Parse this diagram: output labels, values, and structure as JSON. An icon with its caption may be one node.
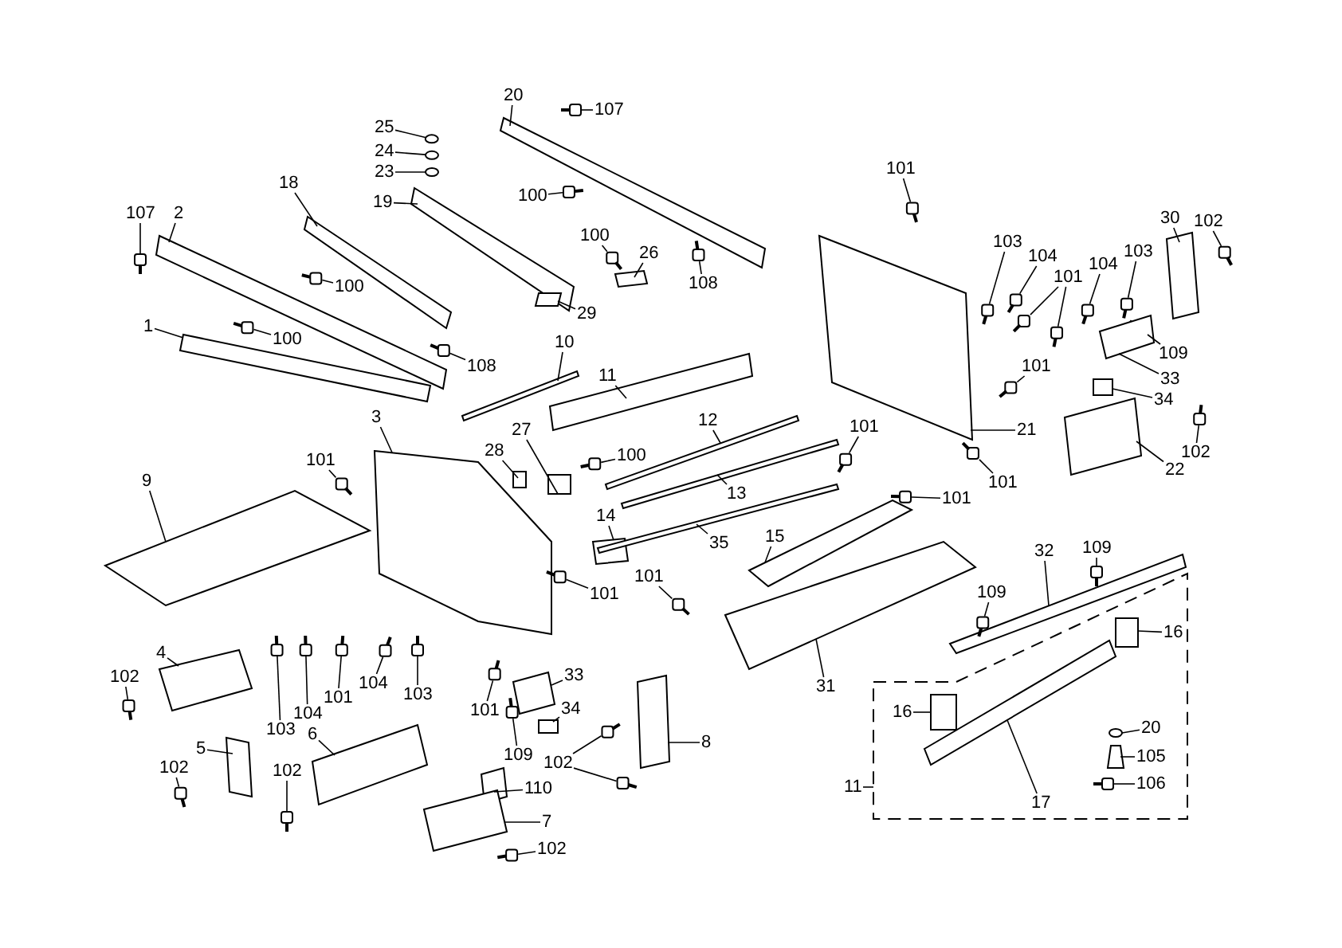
{
  "diagram": {
    "nodes": [
      {
        "text": [
          "107"
        ]
      },
      {
        "text": [
          "2"
        ]
      },
      {
        "text": [
          "18"
        ]
      },
      {
        "text": [
          "25"
        ]
      },
      {
        "text": [
          "24"
        ]
      },
      {
        "text": [
          "23"
        ]
      },
      {
        "text": [
          "19"
        ]
      },
      {
        "text": [
          "20"
        ]
      },
      {
        "text": [
          "107"
        ]
      },
      {
        "text": [
          "100"
        ]
      },
      {
        "text": [
          "100"
        ]
      },
      {
        "text": [
          "26"
        ]
      },
      {
        "text": [
          "29"
        ]
      },
      {
        "text": [
          "108"
        ]
      },
      {
        "text": [
          "100"
        ]
      },
      {
        "text": [
          "100"
        ]
      },
      {
        "text": [
          "1"
        ]
      },
      {
        "text": [
          "108"
        ]
      },
      {
        "text": [
          "10"
        ]
      },
      {
        "text": [
          "11"
        ]
      },
      {
        "text": [
          "101"
        ]
      },
      {
        "text": [
          "103"
        ]
      },
      {
        "text": [
          "104"
        ]
      },
      {
        "text": [
          "101"
        ]
      },
      {
        "text": [
          "104"
        ]
      },
      {
        "text": [
          "103"
        ]
      },
      {
        "text": [
          "30"
        ]
      },
      {
        "text": [
          "102"
        ]
      },
      {
        "text": [
          "109"
        ]
      },
      {
        "text": [
          "33"
        ]
      },
      {
        "text": [
          "34"
        ]
      },
      {
        "text": [
          "101"
        ]
      },
      {
        "text": [
          "21"
        ]
      },
      {
        "text": [
          "101"
        ]
      },
      {
        "text": [
          "102"
        ]
      },
      {
        "text": [
          "22"
        ]
      },
      {
        "text": [
          "3"
        ]
      },
      {
        "text": [
          "9"
        ]
      },
      {
        "text": [
          "101"
        ]
      },
      {
        "text": [
          "28"
        ]
      },
      {
        "text": [
          "27"
        ]
      },
      {
        "text": [
          "100"
        ]
      },
      {
        "text": [
          "12"
        ]
      },
      {
        "text": [
          "13"
        ]
      },
      {
        "text": [
          "101"
        ]
      },
      {
        "text": [
          "14"
        ]
      },
      {
        "text": [
          "35"
        ]
      },
      {
        "text": [
          "15"
        ]
      },
      {
        "text": [
          "101"
        ]
      },
      {
        "text": [
          "101"
        ]
      },
      {
        "text": [
          "101"
        ]
      },
      {
        "text": [
          "31"
        ]
      },
      {
        "text": [
          "4"
        ]
      },
      {
        "text": [
          "102"
        ]
      },
      {
        "text": [
          "103"
        ]
      },
      {
        "text": [
          "104"
        ]
      },
      {
        "text": [
          "101"
        ]
      },
      {
        "text": [
          "104"
        ]
      },
      {
        "text": [
          "103"
        ]
      },
      {
        "text": [
          "101"
        ]
      },
      {
        "text": [
          "109"
        ]
      },
      {
        "text": [
          "33"
        ]
      },
      {
        "text": [
          "34"
        ]
      },
      {
        "text": [
          "102"
        ]
      },
      {
        "text": [
          "8"
        ]
      },
      {
        "text": [
          "5"
        ]
      },
      {
        "text": [
          "102"
        ]
      },
      {
        "text": [
          "102"
        ]
      },
      {
        "text": [
          "6"
        ]
      },
      {
        "text": [
          "110"
        ]
      },
      {
        "text": [
          "7"
        ]
      },
      {
        "text": [
          "102"
        ]
      },
      {
        "text": [
          "109"
        ]
      },
      {
        "text": [
          "32"
        ]
      },
      {
        "text": [
          "109"
        ]
      },
      {
        "text": [
          "16"
        ]
      },
      {
        "text": [
          "16"
        ]
      },
      {
        "text": [
          "20"
        ]
      },
      {
        "text": [
          "105"
        ]
      },
      {
        "text": [
          "106"
        ]
      },
      {
        "text": [
          "17"
        ]
      },
      {
        "text": [
          "11"
        ]
      },
      {
        "text": [],
        "shape": "box"
      },
      {
        "text": [],
        "shape": "circle"
      },
      {
        "text": [],
        "shape": "circle"
      },
      {
        "text": [],
        "shape": "circle"
      },
      {
        "text": [],
        "shape": "box"
      },
      {
        "text": [],
        "shape": "box"
      },
      {
        "text": [],
        "shape": "box"
      },
      {
        "text": [],
        "shape": "box"
      },
      {
        "text": [],
        "shape": "box"
      },
      {
        "text": [],
        "shape": "box"
      },
      {
        "text": [],
        "shape": "box"
      },
      {
        "text": [],
        "shape": "box"
      },
      {
        "text": [],
        "shape": "box"
      },
      {
        "text": [],
        "shape": "box"
      },
      {
        "text": [],
        "shape": "box"
      },
      {
        "text": [],
        "shape": "box"
      },
      {
        "text": [],
        "shape": "box"
      },
      {
        "text": [],
        "shape": "box"
      },
      {
        "text": [],
        "shape": "box"
      },
      {
        "text": [],
        "shape": "box"
      },
      {
        "text": [],
        "shape": "box"
      },
      {
        "text": [],
        "shape": "box"
      },
      {
        "text": [],
        "shape": "box"
      },
      {
        "text": [],
        "shape": "box"
      },
      {
        "text": [],
        "shape": "box"
      },
      {
        "text": [],
        "shape": "box"
      },
      {
        "text": [],
        "shape": "box"
      },
      {
        "text": [],
        "shape": "box"
      },
      {
        "text": [],
        "shape": "box"
      },
      {
        "text": [],
        "shape": "box"
      },
      {
        "text": [],
        "shape": "box"
      },
      {
        "text": [],
        "shape": "box"
      },
      {
        "text": [],
        "shape": "box"
      },
      {
        "text": [],
        "shape": "box"
      },
      {
        "text": [],
        "shape": "box"
      },
      {
        "text": [],
        "shape": "box"
      },
      {
        "text": [],
        "shape": "box"
      },
      {
        "text": [],
        "shape": "box"
      },
      {
        "text": [],
        "shape": "box"
      },
      {
        "text": [],
        "shape": "box"
      },
      {
        "text": [],
        "shape": "box"
      },
      {
        "text": [],
        "shape": "box"
      },
      {
        "text": [],
        "shape": "box"
      },
      {
        "text": [],
        "shape": "box"
      },
      {
        "text": [],
        "shape": "box"
      },
      {
        "text": [],
        "shape": "box"
      },
      {
        "text": [],
        "shape": "box"
      },
      {
        "text": [],
        "shape": "box"
      },
      {
        "text": [],
        "shape": "box"
      },
      {
        "text": [],
        "shape": "box"
      },
      {
        "text": [],
        "shape": "box"
      },
      {
        "text": [],
        "shape": "box"
      },
      {
        "text": [],
        "shape": "box"
      },
      {
        "text": [],
        "shape": "box"
      },
      {
        "text": [],
        "shape": "circle"
      },
      {
        "text": [],
        "shape": "box"
      },
      {
        "text": [],
        "shape": "box"
      },
      {
        "text": [],
        "shape": "box"
      },
      {
        "text": [],
        "shape": "box"
      },
      {
        "text": [],
        "shape": "box"
      },
      {
        "text": [],
        "shape": "box"
      },
      {
        "text": [],
        "shape": "box"
      },
      {
        "text": [],
        "shape": "box"
      },
      {
        "text": [],
        "shape": "box"
      },
      {
        "text": [],
        "shape": "box"
      },
      {
        "text": [],
        "shape": "box"
      },
      {
        "text": [],
        "shape": "box"
      },
      {
        "text": [],
        "shape": "box"
      },
      {
        "text": [],
        "shape": "box"
      },
      {
        "text": [],
        "shape": "box"
      },
      {
        "text": [],
        "shape": "box"
      },
      {
        "text": [],
        "shape": "box"
      },
      {
        "text": [],
        "shape": "box"
      },
      {
        "text": [],
        "shape": "box"
      },
      {
        "text": [],
        "shape": "box"
      },
      {
        "text": [],
        "shape": "box"
      },
      {
        "text": [],
        "shape": "box"
      },
      {
        "text": [],
        "shape": "box"
      },
      {
        "text": [],
        "shape": "box"
      },
      {
        "text": [],
        "shape": "box"
      },
      {
        "text": [],
        "shape": "box"
      },
      {
        "text": [],
        "shape": "box"
      },
      {
        "text": [],
        "shape": "box"
      }
    ],
    "edges": [
      {
        "from": 0,
        "to": 82,
        "arrow": "none"
      },
      {
        "from": 1,
        "to": 138,
        "arrow": "none"
      },
      {
        "from": 2,
        "to": 139,
        "arrow": "none"
      },
      {
        "from": 3,
        "to": 83,
        "arrow": "none"
      },
      {
        "from": 4,
        "to": 84,
        "arrow": "none"
      },
      {
        "from": 5,
        "to": 85,
        "arrow": "none"
      },
      {
        "from": 6,
        "to": 140,
        "arrow": "none"
      },
      {
        "from": 7,
        "to": 141,
        "arrow": "none"
      },
      {
        "from": 8,
        "to": 86,
        "arrow": "none"
      },
      {
        "from": 9,
        "to": 87,
        "arrow": "none"
      },
      {
        "from": 10,
        "to": 88,
        "arrow": "none"
      },
      {
        "from": 11,
        "to": 142,
        "arrow": "none"
      },
      {
        "from": 12,
        "to": 143,
        "arrow": "none"
      },
      {
        "from": 13,
        "to": 89,
        "arrow": "none"
      },
      {
        "from": 14,
        "to": 90,
        "arrow": "none"
      },
      {
        "from": 15,
        "to": 91,
        "arrow": "none"
      },
      {
        "from": 16,
        "to": 144,
        "arrow": "none"
      },
      {
        "from": 17,
        "to": 92,
        "arrow": "none"
      },
      {
        "from": 18,
        "to": 145,
        "arrow": "none"
      },
      {
        "from": 19,
        "to": 146,
        "arrow": "none"
      },
      {
        "from": 20,
        "to": 93,
        "arrow": "none"
      },
      {
        "from": 21,
        "to": 94,
        "arrow": "none"
      },
      {
        "from": 22,
        "to": 95,
        "arrow": "none"
      },
      {
        "from": 23,
        "to": 96,
        "arrow": "none"
      },
      {
        "from": 23,
        "to": 97,
        "arrow": "none"
      },
      {
        "from": 24,
        "to": 98,
        "arrow": "none"
      },
      {
        "from": 25,
        "to": 99,
        "arrow": "none"
      },
      {
        "from": 26,
        "to": 147,
        "arrow": "none"
      },
      {
        "from": 27,
        "to": 100,
        "arrow": "none"
      },
      {
        "from": 28,
        "to": 101,
        "arrow": "none"
      },
      {
        "from": 29,
        "to": 148,
        "arrow": "none"
      },
      {
        "from": 30,
        "to": 127,
        "arrow": "none"
      },
      {
        "from": 31,
        "to": 102,
        "arrow": "none"
      },
      {
        "from": 32,
        "to": 149,
        "arrow": "none"
      },
      {
        "from": 33,
        "to": 103,
        "arrow": "none"
      },
      {
        "from": 34,
        "to": 104,
        "arrow": "none"
      },
      {
        "from": 35,
        "to": 150,
        "arrow": "none"
      },
      {
        "from": 36,
        "to": 151,
        "arrow": "none"
      },
      {
        "from": 37,
        "to": 152,
        "arrow": "none"
      },
      {
        "from": 38,
        "to": 105,
        "arrow": "none"
      },
      {
        "from": 39,
        "to": 128,
        "arrow": "none"
      },
      {
        "from": 40,
        "to": 129,
        "arrow": "none"
      },
      {
        "from": 41,
        "to": 106,
        "arrow": "none"
      },
      {
        "from": 42,
        "to": 153,
        "arrow": "none"
      },
      {
        "from": 43,
        "to": 154,
        "arrow": "none"
      },
      {
        "from": 44,
        "to": 107,
        "arrow": "none"
      },
      {
        "from": 45,
        "to": 130,
        "arrow": "none"
      },
      {
        "from": 46,
        "to": 155,
        "arrow": "none"
      },
      {
        "from": 47,
        "to": 156,
        "arrow": "none"
      },
      {
        "from": 48,
        "to": 108,
        "arrow": "none"
      },
      {
        "from": 49,
        "to": 109,
        "arrow": "none"
      },
      {
        "from": 50,
        "to": 110,
        "arrow": "none"
      },
      {
        "from": 51,
        "to": 157,
        "arrow": "none"
      },
      {
        "from": 52,
        "to": 158,
        "arrow": "none"
      },
      {
        "from": 53,
        "to": 111,
        "arrow": "none"
      },
      {
        "from": 54,
        "to": 112,
        "arrow": "none"
      },
      {
        "from": 55,
        "to": 113,
        "arrow": "none"
      },
      {
        "from": 56,
        "to": 114,
        "arrow": "none"
      },
      {
        "from": 57,
        "to": 115,
        "arrow": "none"
      },
      {
        "from": 58,
        "to": 116,
        "arrow": "none"
      },
      {
        "from": 59,
        "to": 117,
        "arrow": "none"
      },
      {
        "from": 60,
        "to": 118,
        "arrow": "none"
      },
      {
        "from": 61,
        "to": 159,
        "arrow": "none"
      },
      {
        "from": 62,
        "to": 131,
        "arrow": "none"
      },
      {
        "from": 63,
        "to": 119,
        "arrow": "none"
      },
      {
        "from": 63,
        "to": 120,
        "arrow": "none"
      },
      {
        "from": 64,
        "to": 160,
        "arrow": "none"
      },
      {
        "from": 65,
        "to": 161,
        "arrow": "none"
      },
      {
        "from": 66,
        "to": 121,
        "arrow": "none"
      },
      {
        "from": 67,
        "to": 122,
        "arrow": "none"
      },
      {
        "from": 68,
        "to": 162,
        "arrow": "none"
      },
      {
        "from": 69,
        "to": 132,
        "arrow": "none"
      },
      {
        "from": 70,
        "to": 133,
        "arrow": "none"
      },
      {
        "from": 71,
        "to": 123,
        "arrow": "none"
      },
      {
        "from": 72,
        "to": 124,
        "arrow": "none"
      },
      {
        "from": 73,
        "to": 163,
        "arrow": "none"
      },
      {
        "from": 74,
        "to": 125,
        "arrow": "none"
      },
      {
        "from": 75,
        "to": 134,
        "arrow": "none"
      },
      {
        "from": 76,
        "to": 135,
        "arrow": "none"
      },
      {
        "from": 77,
        "to": 136,
        "arrow": "none"
      },
      {
        "from": 78,
        "to": 137,
        "arrow": "none"
      },
      {
        "from": 79,
        "to": 126,
        "arrow": "none"
      },
      {
        "from": 80,
        "to": 164,
        "arrow": "none"
      },
      {
        "from": 81,
        "to": null,
        "arrow": "none"
      }
    ]
  }
}
